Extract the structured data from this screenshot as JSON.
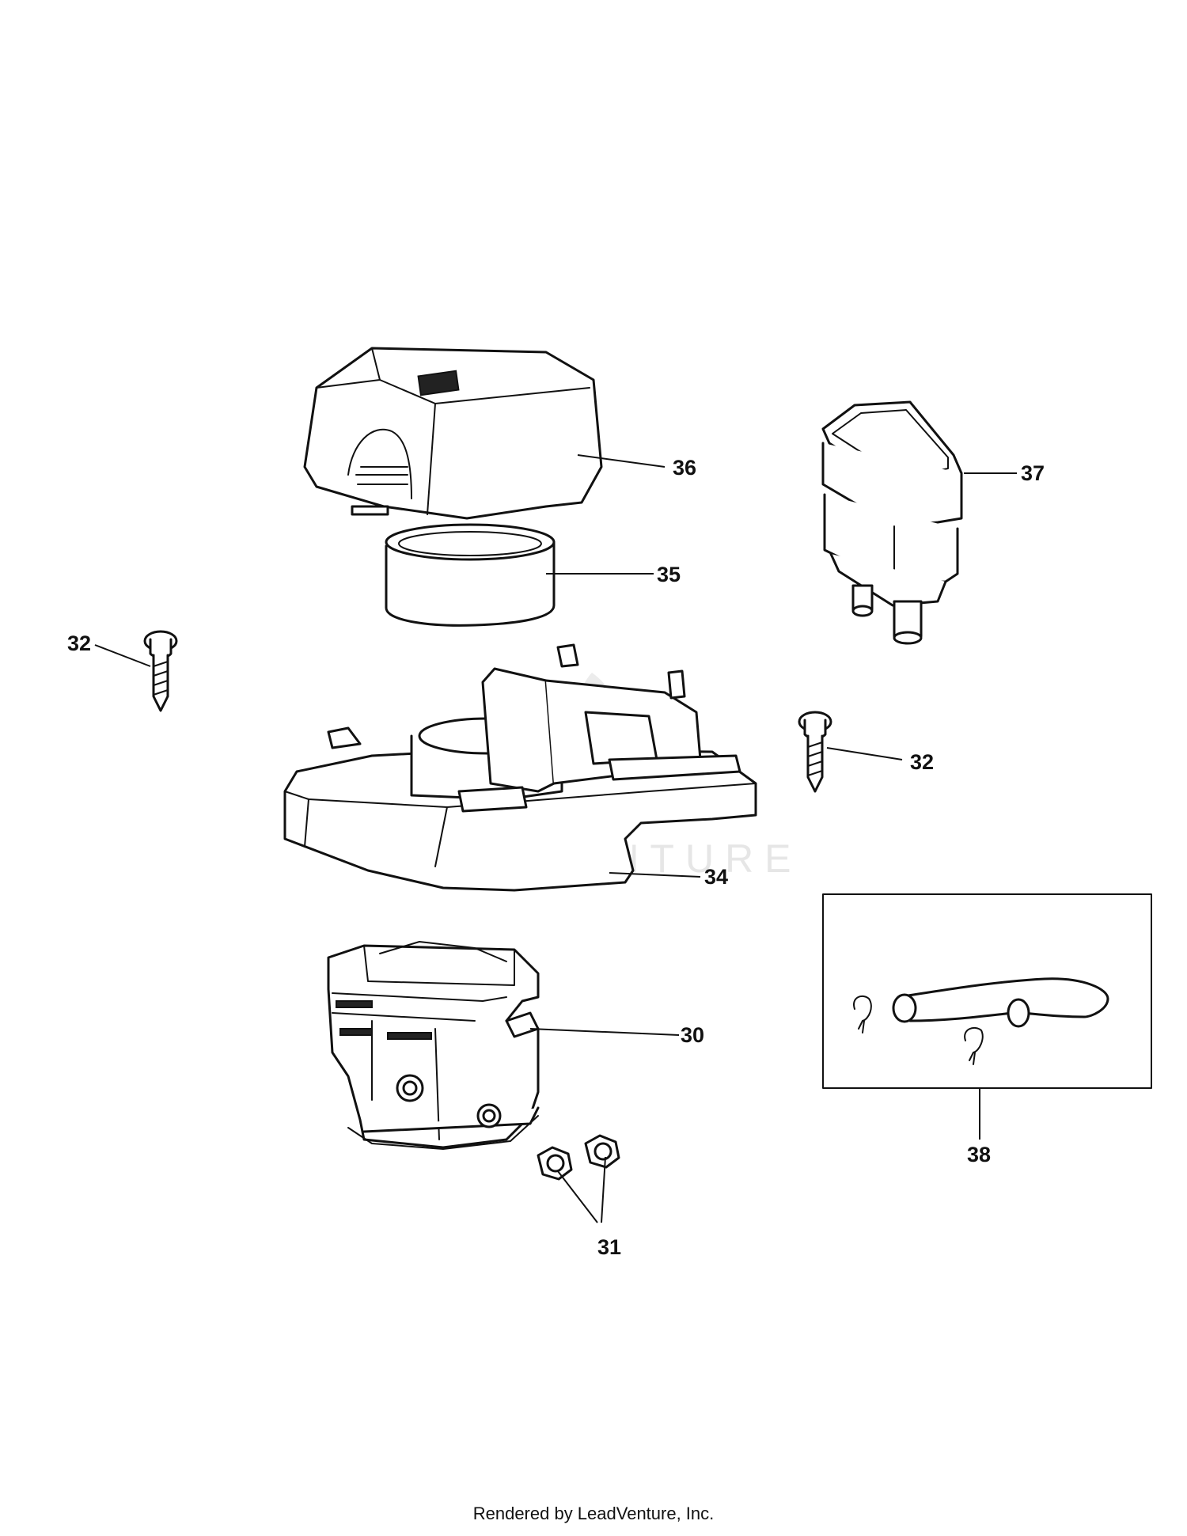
{
  "callouts": {
    "p30": "30",
    "p31": "31",
    "p32a": "32",
    "p32b": "32",
    "p34": "34",
    "p35": "35",
    "p36": "36",
    "p37": "37",
    "p38": "38"
  },
  "watermark": "LEADVENTURE",
  "footer": "Rendered by LeadVenture, Inc."
}
